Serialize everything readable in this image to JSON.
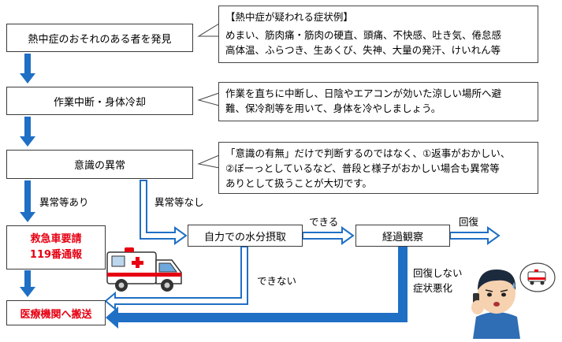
{
  "boxes": {
    "discover": "熱中症のおそれのある者を発見",
    "stop_work": "作業中断・身体冷却",
    "consciousness": "意識の異常",
    "ambulance_line1": "救急車要請",
    "ambulance_line2": "119番通報",
    "hospital": "医療機関へ搬送",
    "hydrate": "自力での水分摂取",
    "observe": "経過観察"
  },
  "callouts": {
    "symptoms_title": "【熱中症が疑われる症状例】",
    "symptoms_line1": "めまい、筋肉痛・筋肉の硬直、頭痛、不快感、吐き気、倦怠感",
    "symptoms_line2": "高体温、ふらつき、生あくび、失神、大量の発汗、けいれん等",
    "cooling_line1": "作業を直ちに中断し、日陰やエアコンが効いた涼しい場所へ避",
    "cooling_line2": "難、保冷剤等を用いて、身体を冷やしましょう。",
    "conscious_line1": "「意識の有無」だけで判断するのではなく、①返事がおかしい、",
    "conscious_line2": "②ぼーっとしているなど、普段と様子がおかしい場合も異常等",
    "conscious_line3": "ありとして扱うことが大切です。"
  },
  "labels": {
    "abnormal_yes": "異常等あり",
    "abnormal_no": "異常等なし",
    "can": "できる",
    "cannot": "できない",
    "recovered": "回復",
    "not_recovered_line1": "回復しない",
    "not_recovered_line2": "症状悪化"
  },
  "colors": {
    "arrow_blue": "#1f6fc5",
    "box_border": "#3a3a3a",
    "emphasis_red": "#e60012"
  },
  "icons": {
    "ambulance": "ambulance-illustration",
    "phone_person": "person-calling-illustration"
  }
}
